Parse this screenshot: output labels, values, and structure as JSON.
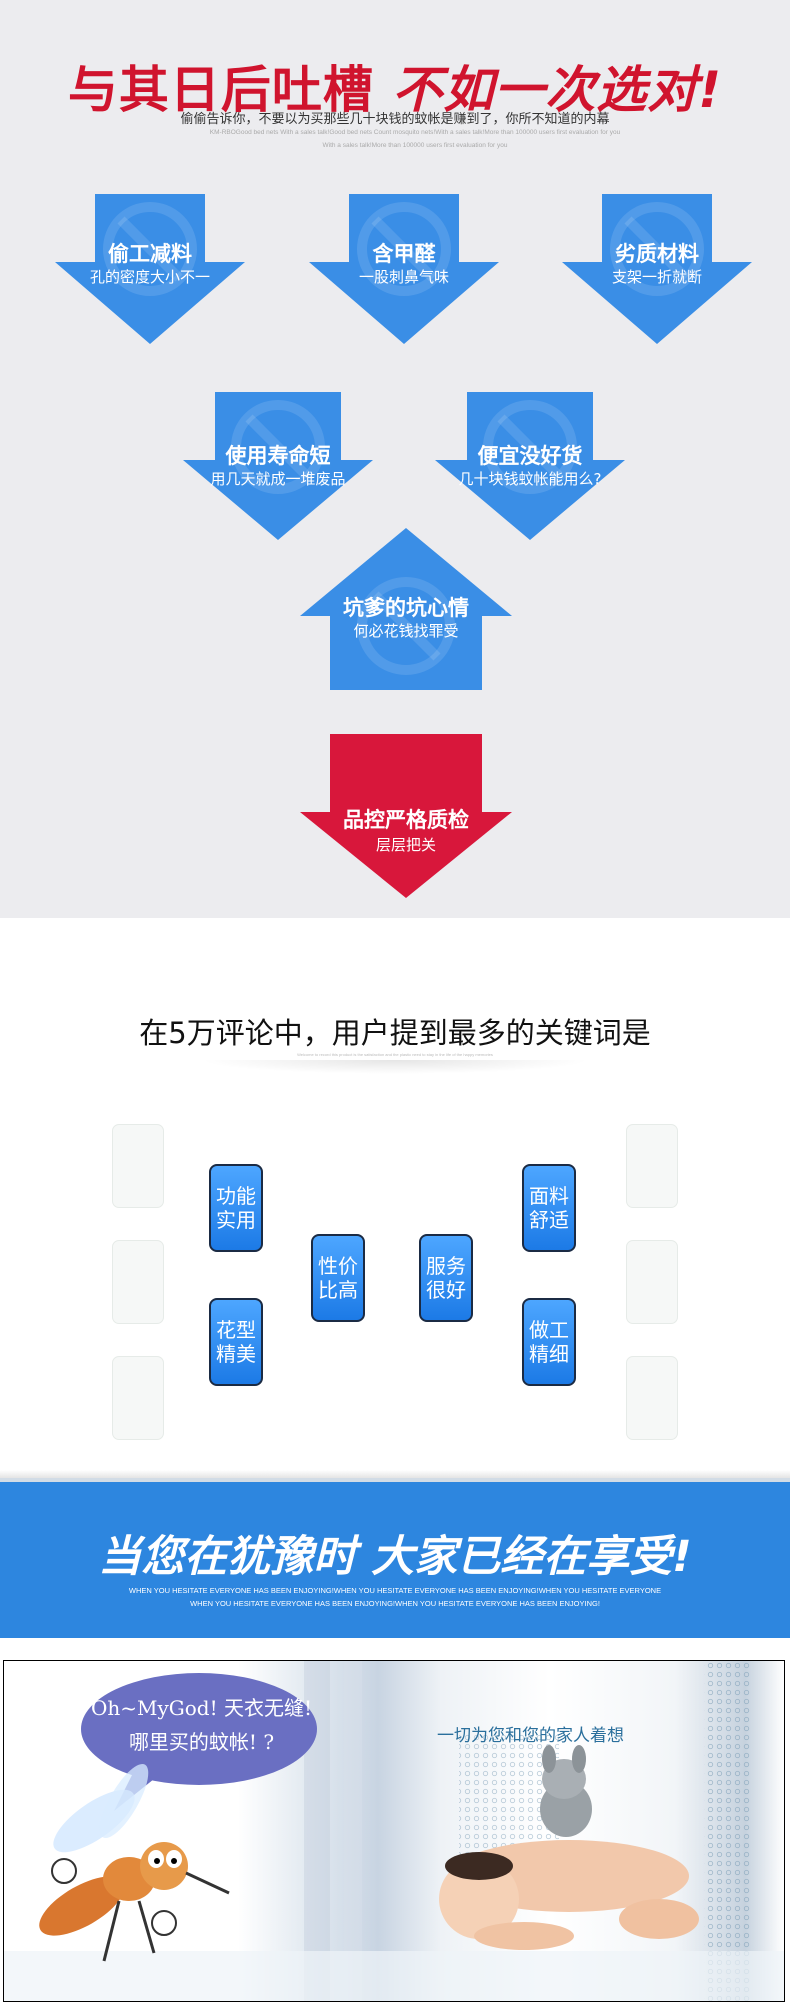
{
  "hero": {
    "title_part1": "与其日后吐槽",
    "title_part2": "不如一次选对!",
    "subtitle": "偷偷告诉你，不要以为买那些几十块钱的蚊帐是赚到了，你所不知道的内幕",
    "en_line1": "KM-RBOGood bed nets With a sales talk!Good bed nets Count mosquito nets!With a sales talk!More than 100000 users first evaluation for you",
    "en_line2": "With a sales talk!More than 100000 users first evaluation for you"
  },
  "problems": [
    {
      "title": "偷工减料",
      "sub": "孔的密度大小不一"
    },
    {
      "title": "含甲醛",
      "sub": "一股刺鼻气味"
    },
    {
      "title": "劣质材料",
      "sub": "支架一折就断"
    },
    {
      "title": "使用寿命短",
      "sub": "用几天就成一堆废品"
    },
    {
      "title": "便宜没好货",
      "sub": "几十块钱蚊帐能用么?"
    },
    {
      "title": "坑爹的坑心情",
      "sub": "何必花钱找罪受"
    }
  ],
  "quality": {
    "title": "品控严格质检",
    "sub": "层层把关"
  },
  "colors": {
    "arrow_blue": "#3a8ee6",
    "arrow_red": "#d8173b",
    "banner_blue": "#2d86df",
    "title_red": "#d0142e"
  },
  "keywords": {
    "title": "在5万评论中，用户提到最多的关键词是",
    "tiny_caption": "Welcome to record this product is the satisfaction and the plastic need to stay in the life of the happy memories",
    "items": [
      {
        "line1": "功能",
        "line2": "实用"
      },
      {
        "line1": "花型",
        "line2": "精美"
      },
      {
        "line1": "性价",
        "line2": "比高"
      },
      {
        "line1": "服务",
        "line2": "很好"
      },
      {
        "line1": "面料",
        "line2": "舒适"
      },
      {
        "line1": "做工",
        "line2": "精细"
      }
    ]
  },
  "banner": {
    "title": "当您在犹豫时 大家已经在享受!",
    "en_line1": "WHEN YOU HESITATE EVERYONE HAS BEEN ENJOYING!WHEN YOU HESITATE EVERYONE HAS BEEN ENJOYING!WHEN YOU HESITATE EVERYONE",
    "en_line2": "WHEN YOU HESITATE EVERYONE HAS BEEN ENJOYING!WHEN YOU HESITATE EVERYONE HAS BEEN ENJOYING!"
  },
  "scene": {
    "bubble_line1": "Oh~MyGod! 天衣无缝!",
    "bubble_line2": "哪里买的蚊帐! ?",
    "caring_text": "一切为您和您的家人着想"
  }
}
